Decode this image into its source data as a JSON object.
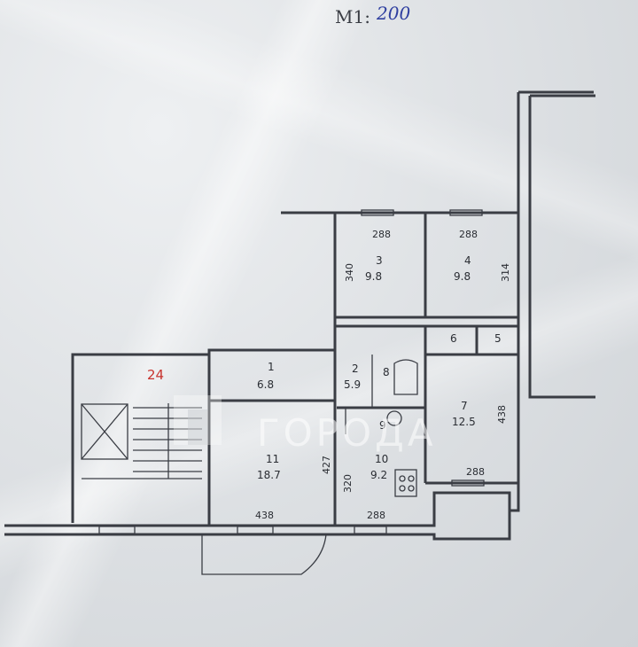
{
  "scale": {
    "prefix": "M1:",
    "value": "200"
  },
  "apartment_number": "24",
  "watermark": "ГОРОДА",
  "rooms": [
    {
      "id": "room-1",
      "number": "1",
      "area": "6.8"
    },
    {
      "id": "room-2",
      "number": "2",
      "area": "5.9"
    },
    {
      "id": "room-3",
      "number": "3",
      "area": "9.8"
    },
    {
      "id": "room-4",
      "number": "4",
      "area": "9.8"
    },
    {
      "id": "room-5",
      "number": "5",
      "area": ""
    },
    {
      "id": "room-6",
      "number": "6",
      "area": ""
    },
    {
      "id": "room-7",
      "number": "7",
      "area": "12.5"
    },
    {
      "id": "room-8",
      "number": "8",
      "area": ""
    },
    {
      "id": "room-9",
      "number": "9",
      "area": ""
    },
    {
      "id": "room-10",
      "number": "10",
      "area": "9.2"
    },
    {
      "id": "room-11",
      "number": "11",
      "area": "18.7"
    }
  ],
  "dimensions": {
    "top_left": "288",
    "top_right": "288",
    "room3_side": "340",
    "room4_side": "314",
    "room7_side": "438",
    "room7_bottom": "288",
    "room11_side": "427",
    "room10_side": "320",
    "bottom_left": "438",
    "bottom_right": "288"
  }
}
